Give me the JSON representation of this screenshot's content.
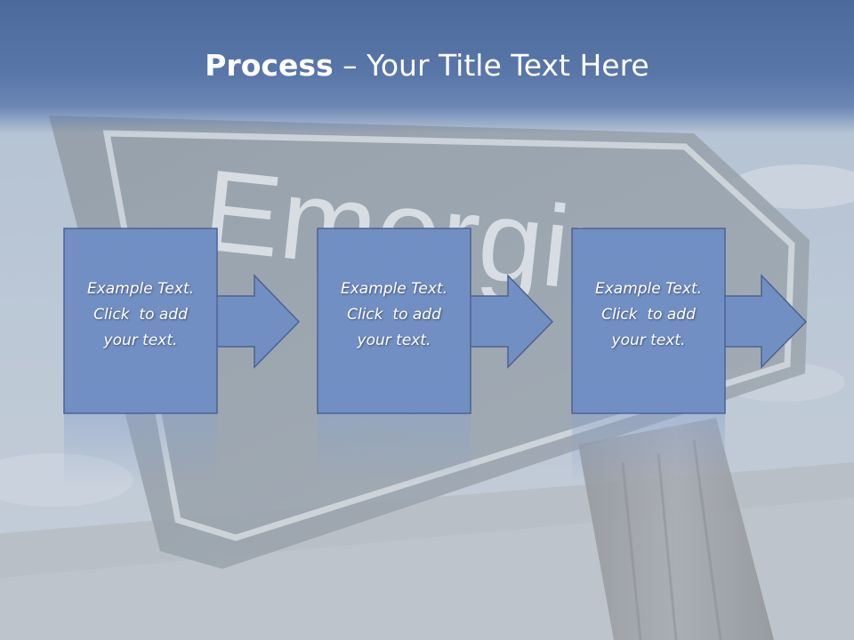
{
  "title": {
    "bold": "Process",
    "rest": " – Your Title Text Here"
  },
  "background": {
    "sign_word": "Emerging"
  },
  "steps": [
    {
      "line1": "Example Text.",
      "line2": "Click  to add",
      "line3": "your text."
    },
    {
      "line1": "Example Text.",
      "line2": "Click  to add",
      "line3": "your text."
    },
    {
      "line1": "Example Text.",
      "line2": "Click  to add",
      "line3": "your text."
    }
  ],
  "colors": {
    "title_band": "#5571a3",
    "box_fill": "#728fc4",
    "box_stroke": "#4d6290",
    "title_text": "#ffffff"
  }
}
